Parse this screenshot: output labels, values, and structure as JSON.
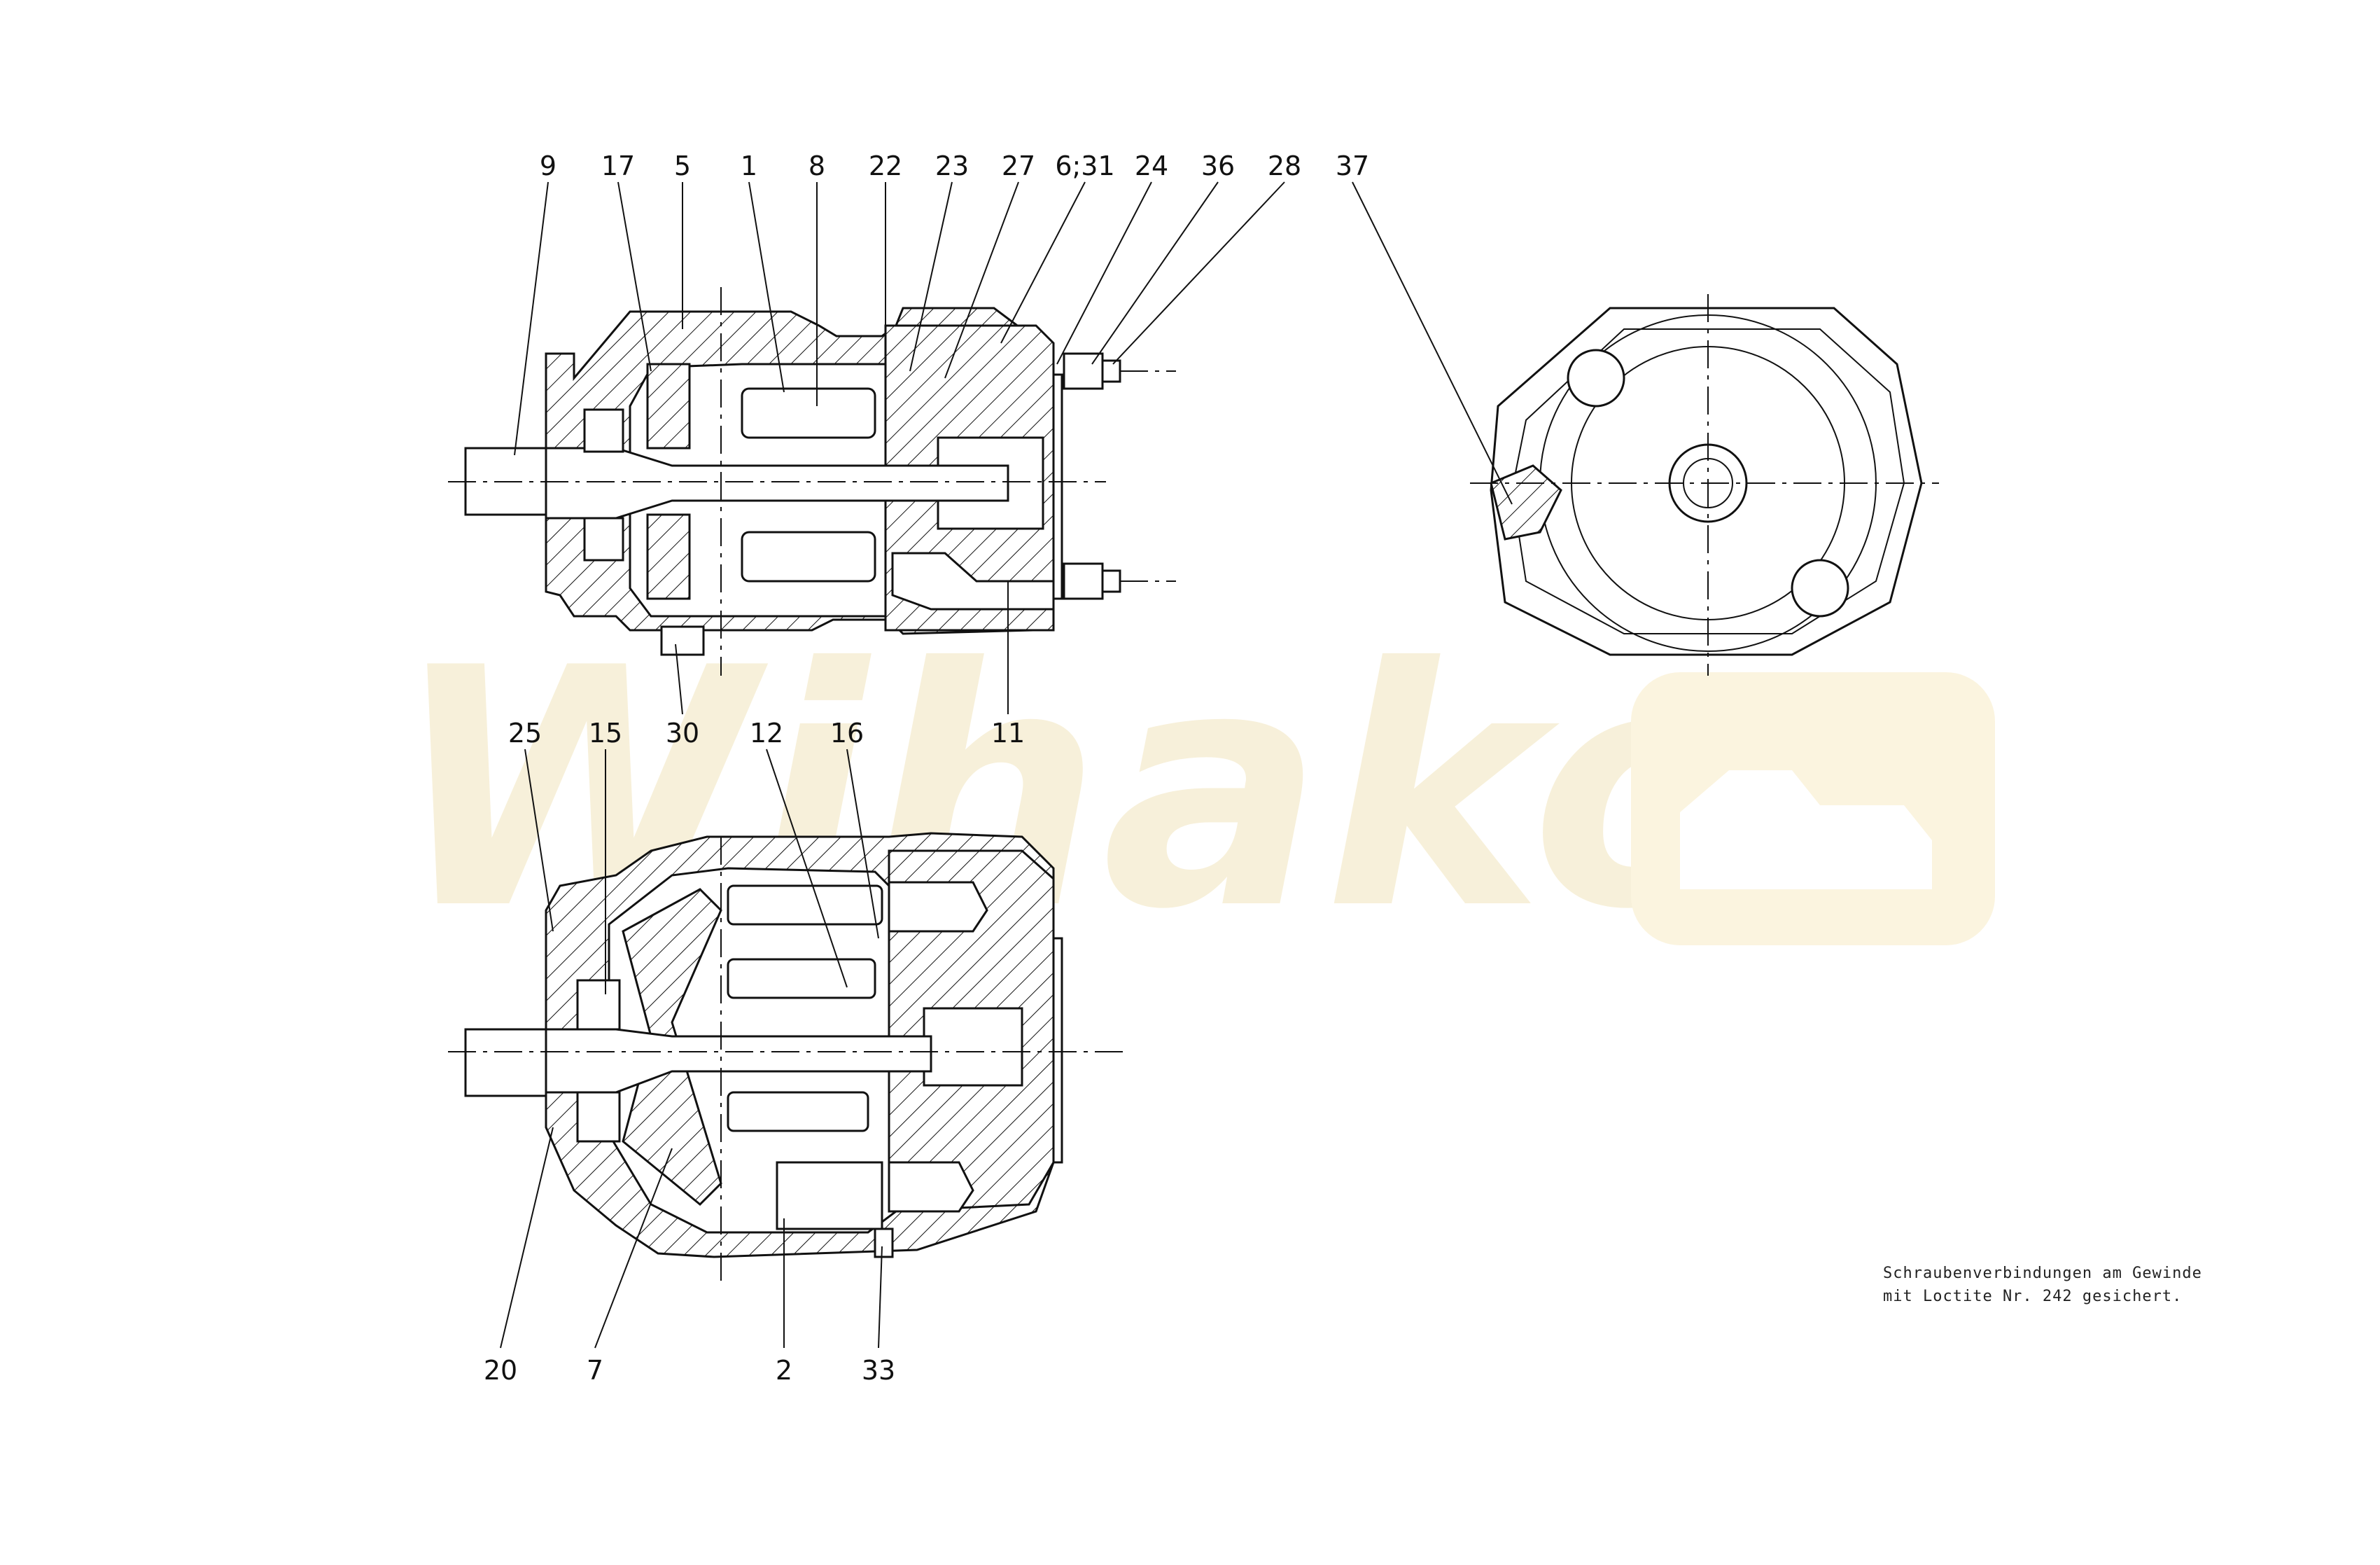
{
  "watermark": {
    "text": "Wihako"
  },
  "views": {
    "side_section_upper": {
      "name": "upper sectional view"
    },
    "side_section_lower": {
      "name": "lower sectional view"
    },
    "end_view": {
      "name": "end view"
    }
  },
  "callouts": [
    {
      "id": "9",
      "text": "9"
    },
    {
      "id": "17",
      "text": "17"
    },
    {
      "id": "5",
      "text": "5"
    },
    {
      "id": "1",
      "text": "1"
    },
    {
      "id": "8",
      "text": "8"
    },
    {
      "id": "22",
      "text": "22"
    },
    {
      "id": "23",
      "text": "23"
    },
    {
      "id": "27",
      "text": "27"
    },
    {
      "id": "6_31",
      "text": "6;31"
    },
    {
      "id": "24",
      "text": "24"
    },
    {
      "id": "36",
      "text": "36"
    },
    {
      "id": "28",
      "text": "28"
    },
    {
      "id": "37",
      "text": "37"
    },
    {
      "id": "30",
      "text": "30"
    },
    {
      "id": "11",
      "text": "11"
    },
    {
      "id": "25",
      "text": "25"
    },
    {
      "id": "15",
      "text": "15"
    },
    {
      "id": "12",
      "text": "12"
    },
    {
      "id": "16",
      "text": "16"
    },
    {
      "id": "20",
      "text": "20"
    },
    {
      "id": "7",
      "text": "7"
    },
    {
      "id": "2",
      "text": "2"
    },
    {
      "id": "33",
      "text": "33"
    }
  ],
  "note": {
    "line1": "Schraubenverbindungen am Gewinde",
    "line2": "mit Loctite Nr. 242 gesichert."
  }
}
